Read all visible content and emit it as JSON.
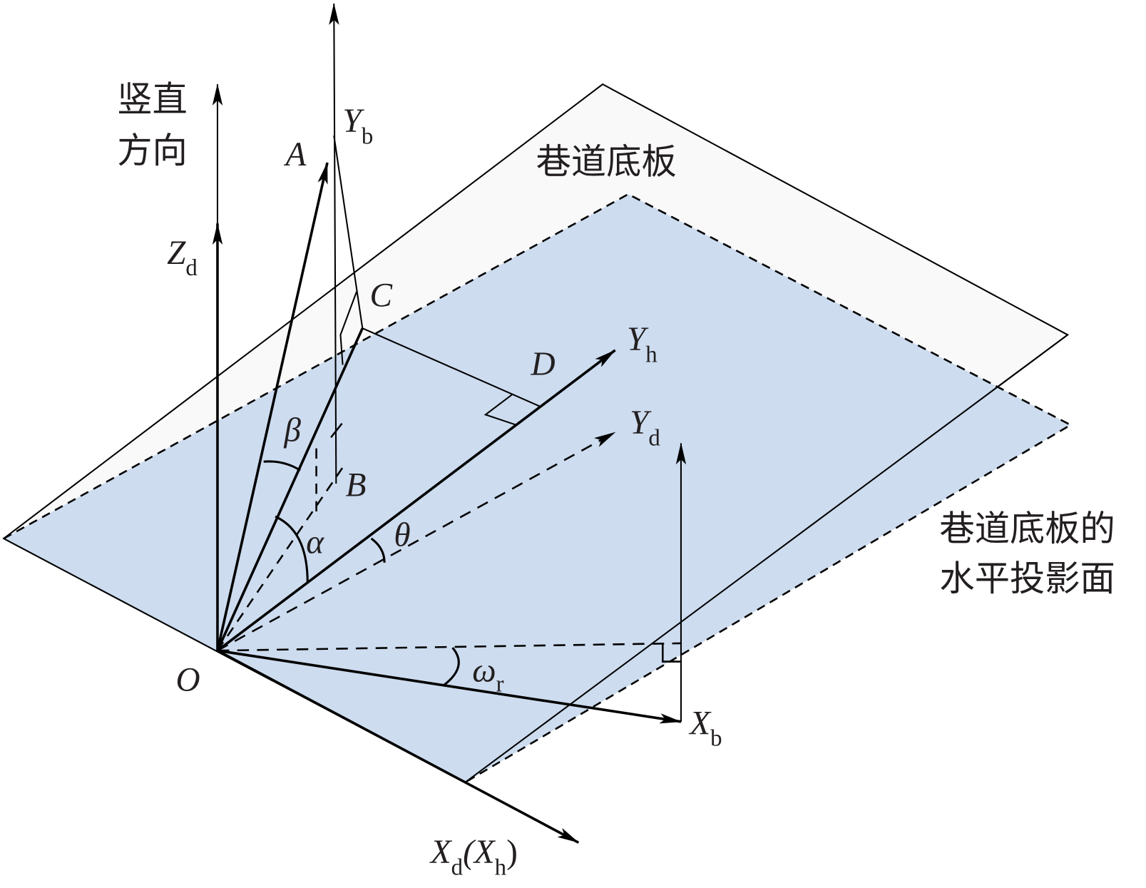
{
  "labels": {
    "vertical_1": "竖直",
    "vertical_2": "方向",
    "floor": "巷道底板",
    "proj_1": "巷道底板的",
    "proj_2": "水平投影面",
    "Zd": "Z",
    "Zd_sub": "d",
    "Yb": "Y",
    "Yb_sub": "b",
    "Yh": "Y",
    "Yh_sub": "h",
    "Yd": "Y",
    "Yd_sub": "d",
    "Xb": "X",
    "Xb_sub": "b",
    "Xd": "X",
    "Xd_sub": "d",
    "Xh_open": "(X",
    "Xh_sub": "h",
    "Xh_close": ")",
    "A": "A",
    "B": "B",
    "C": "C",
    "D": "D",
    "O": "O",
    "alpha": "α",
    "beta": "β",
    "theta": "θ",
    "omega": "ω",
    "omega_sub": "r"
  },
  "colors": {
    "projection_plane": "#cddcef",
    "floor_plane": "#f9f9f9",
    "line": "#000000"
  }
}
